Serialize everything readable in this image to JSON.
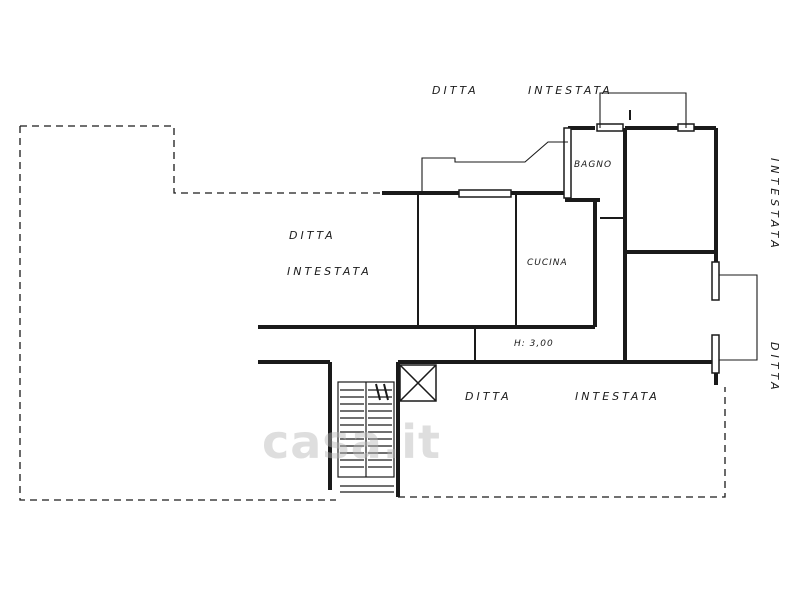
{
  "labels": {
    "ditta_top": "DITTA",
    "intestata_top": "INTESTATA",
    "ditta_left": "DITTA",
    "intestata_left": "INTESTATA",
    "ditta_bottom": "DITTA",
    "intestata_bottom": "INTESTATA",
    "intestata_right": "INTESTATA",
    "ditta_right": "DITTA",
    "bagno": "BAGNO",
    "cucina": "CUCINA",
    "height": "H: 3,00"
  },
  "watermark": "casa.it",
  "colors": {
    "ink": "#1a1a1a",
    "background": "#ffffff",
    "watermark": "#b8b8b8"
  }
}
